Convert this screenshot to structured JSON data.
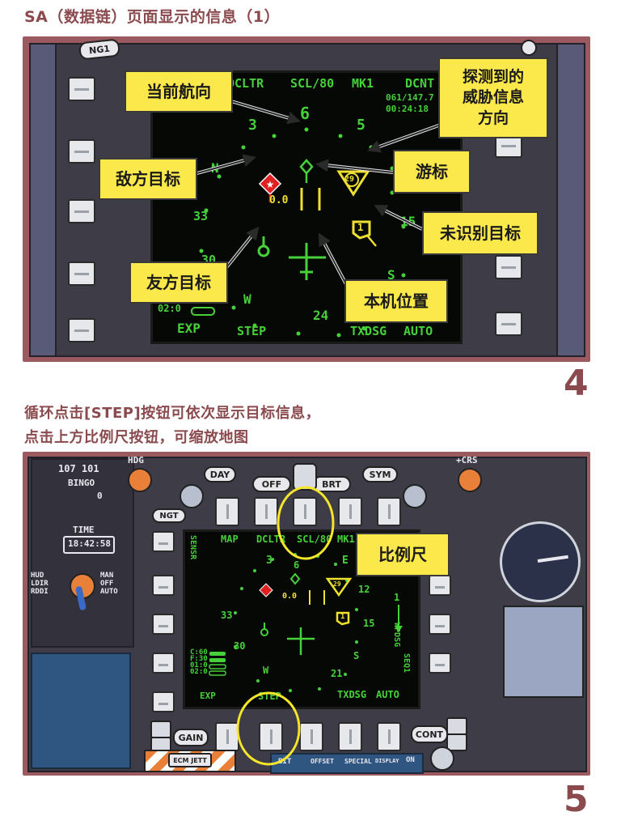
{
  "top": {
    "title": "SA（数据链）页面显示的信息（1）",
    "step_number": "4",
    "mfd": {
      "ngt": "NG1",
      "row1": {
        "dcltr": "DCLTR",
        "scl": "SCL/80",
        "mk": "MK1",
        "dcnt": "DCNT"
      },
      "coords": "061/147.7",
      "time": "00:24:18",
      "compass": {
        "n6": "6",
        "n3": "3",
        "n5": "5",
        "N": "N",
        "n33": "33",
        "n30": "30",
        "W": "W",
        "n24": "24",
        "n15": "15",
        "S": "S"
      },
      "cursor_readout": "0.0",
      "threat_number": "29",
      "unknown_number": "1",
      "fuel": "02:0",
      "bottom": {
        "exp": "EXP",
        "step": "STEP",
        "txdsg": "TXDSG",
        "auto": "AUTO"
      },
      "side_right": "S"
    },
    "callouts": {
      "heading": "当前航向",
      "threat": "探测到的\n威胁信息\n方向",
      "enemy": "敌方目标",
      "cursor": "游标",
      "unknown": "未识别目标",
      "friendly": "友方目标",
      "ownship": "本机位置"
    }
  },
  "instruction": {
    "line1": "循环点击[STEP]按钮可依次显示目标信息，",
    "line2": "点击上方比例尺按钮，可缩放地图"
  },
  "bottom": {
    "step_number": "5",
    "left_panel": {
      "fuel": "107 101",
      "bingo": "BINGO",
      "bingo_val": "0",
      "time_label": "TIME",
      "time": "18:42:58",
      "hud": "HUD",
      "ldir": "LDIR",
      "rddi": "RDDI",
      "man": "MAN",
      "off": "OFF",
      "auto": "AUTO",
      "hdg": "HDG"
    },
    "top_bar": {
      "day": "DAY",
      "off": "OFF",
      "brt": "BRT",
      "sym": "SYM",
      "crs": "+CRS",
      "ngt": "NGT"
    },
    "mfd": {
      "row1": {
        "map": "MAP",
        "dcltr": "DCLTR",
        "scl": "SCL/80",
        "mk": "MK1"
      },
      "sensr": "SENSR",
      "compass": {
        "n3": "3",
        "n6": "6",
        "E": "E",
        "n33": "33",
        "n30": "30",
        "n12": "12",
        "n15": "15",
        "S": "S",
        "W": "W",
        "n21": "21"
      },
      "cursor_readout": "0.0",
      "threat_number": "29",
      "unknown_number": "1",
      "stores": [
        "C:60",
        "F:30",
        "01:0",
        "02:0"
      ],
      "wpdsg": "WPDSG",
      "seq": "SEQ1",
      "bottom": {
        "exp": "EXP",
        "step": "STEP",
        "txdsg": "TXDSG",
        "auto": "AUTO"
      },
      "right_1": "1"
    },
    "callouts": {
      "scale": "比例尺"
    },
    "lower_bar": {
      "gain": "GAIN",
      "cont": "CONT",
      "ecm": "ECM JETT",
      "bit": "BIT",
      "offset": "OFFSET",
      "special": "SPECIAL",
      "display": "DISPLAY",
      "on": "ON"
    }
  },
  "colors": {
    "frame": "#9a5a60",
    "title": "#8a4a4e",
    "symbology": "#46d13a",
    "callout": "#fbe84a",
    "enemy": "#e02020",
    "unknown": "#f0e030"
  }
}
